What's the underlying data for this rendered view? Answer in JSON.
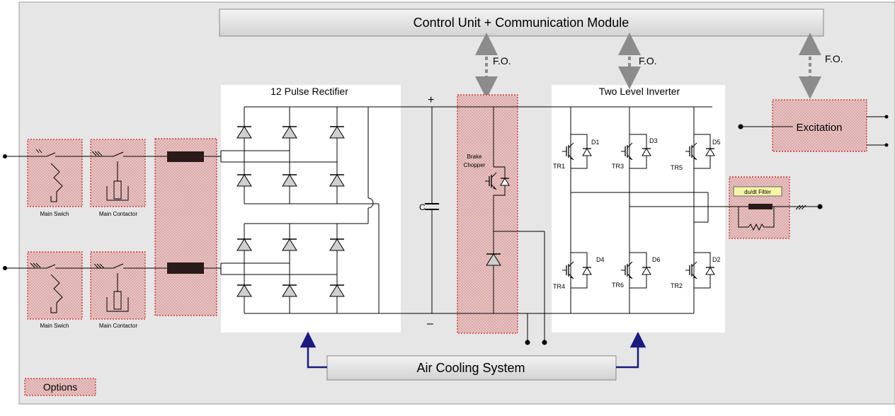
{
  "control_unit": "Control Unit  + Communication Module",
  "air_cooling": "Air Cooling System",
  "fo_labels": [
    "F.O.",
    "F.O.",
    "F.O."
  ],
  "rectifier_title": "12 Pulse Rectifier",
  "inverter_title": "Two Level Inverter",
  "excitation": "Excitation",
  "dudt_filter": "du/dt Filter",
  "brake_chopper_line1": "Brake",
  "brake_chopper_line2": "Chopper",
  "capacitor": "C",
  "plus": "+",
  "minus": "–",
  "main_switch": "Main Swich",
  "main_contactor": "Main Contactor",
  "options": "Options",
  "transistors": [
    "TR1",
    "TR3",
    "TR5",
    "TR4",
    "TR6",
    "TR2"
  ],
  "diodes": [
    "D1",
    "D3",
    "D5",
    "D4",
    "D6",
    "D2"
  ],
  "colors": {
    "background": "#e6e6e6",
    "option_fill": "#e8c4c4",
    "option_border": "#cc0000",
    "module_fill": "#e0e0e0",
    "arrow_blue": "#1a1a80",
    "fo_gray": "#8c8c8c",
    "inductor": "#2a1a1a",
    "filter_label": "#f6f6a8"
  }
}
